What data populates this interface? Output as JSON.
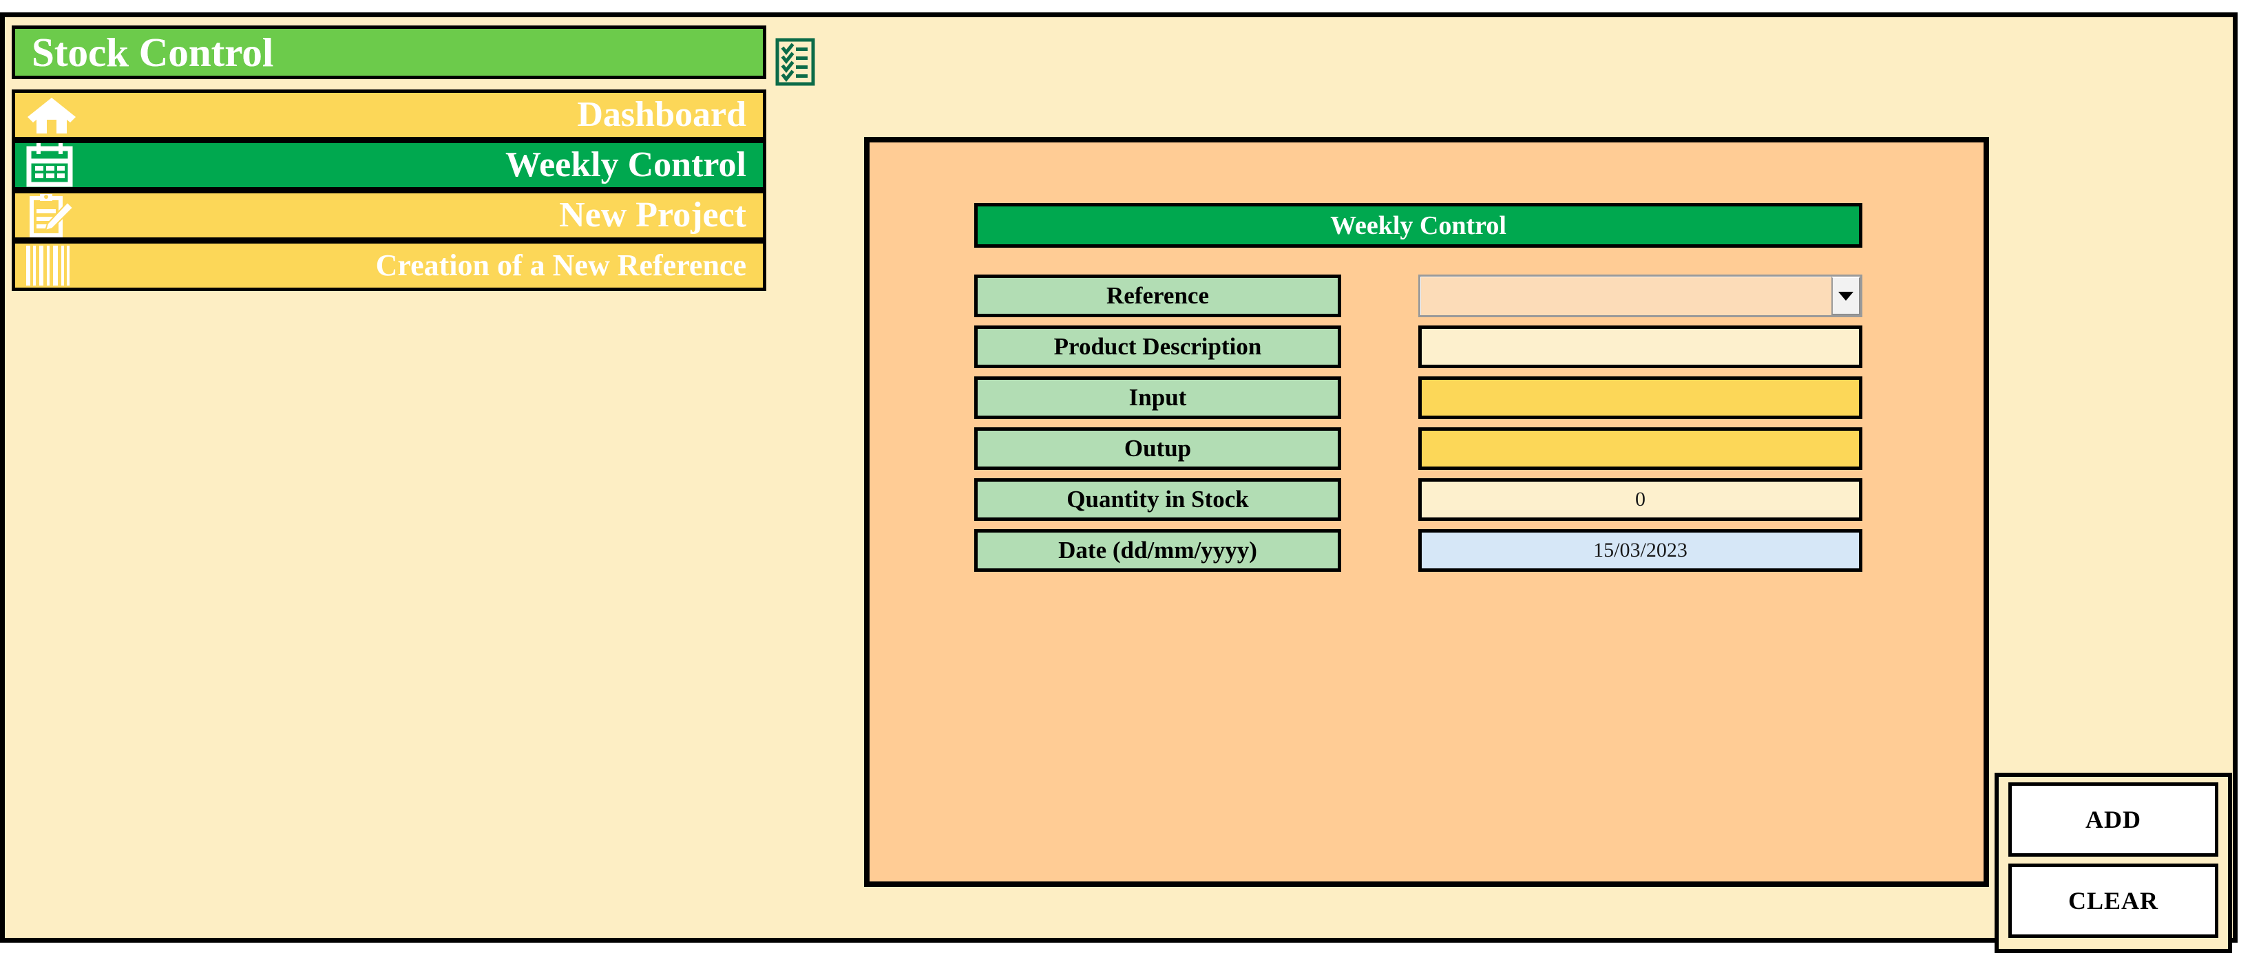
{
  "app": {
    "brand": {
      "label": "Stock Control",
      "icon": "checklist-icon",
      "bg_color": "#6ccb4b"
    },
    "frame_bg": "#fdeec4",
    "badge_icon": "checklist-icon"
  },
  "sidebar": {
    "items": [
      {
        "label": "Dashboard",
        "icon": "home-icon",
        "state": "inactive",
        "bg_color": "#fcd758"
      },
      {
        "label": "Weekly Control",
        "icon": "calendar-icon",
        "state": "active",
        "bg_color": "#00a84f"
      },
      {
        "label": "New Project",
        "icon": "clipboard-pencil-icon",
        "state": "inactive",
        "bg_color": "#fcd758"
      },
      {
        "label": "Creation of a New Reference",
        "icon": "barcode-icon",
        "state": "inactive",
        "bg_color": "#fcd758"
      }
    ]
  },
  "form": {
    "title": "Weekly Control",
    "title_bg": "#00a84f",
    "panel_bg": "#ffcc95",
    "label_bg": "#b2ddb4",
    "rows": [
      {
        "label": "Reference",
        "value": "",
        "placeholder": "",
        "type": "dropdown",
        "field_bg": "#fcdcb8"
      },
      {
        "label": "Product Description",
        "value": "",
        "placeholder": "",
        "type": "text",
        "field_bg": "#fdf0cd"
      },
      {
        "label": "Input",
        "value": "",
        "placeholder": "",
        "type": "text",
        "field_bg": "#fcd758"
      },
      {
        "label": "Outup",
        "value": "",
        "placeholder": "",
        "type": "text",
        "field_bg": "#fcd758"
      },
      {
        "label": "Quantity in Stock",
        "value": "0",
        "placeholder": "",
        "type": "readonly",
        "field_bg": "#fdf0cd"
      },
      {
        "label": "Date (dd/mm/yyyy)",
        "value": "15/03/2023",
        "placeholder": "",
        "type": "date",
        "field_bg": "#d6e7f7"
      }
    ]
  },
  "actions": {
    "add_label": "ADD",
    "clear_label": "CLEAR"
  }
}
